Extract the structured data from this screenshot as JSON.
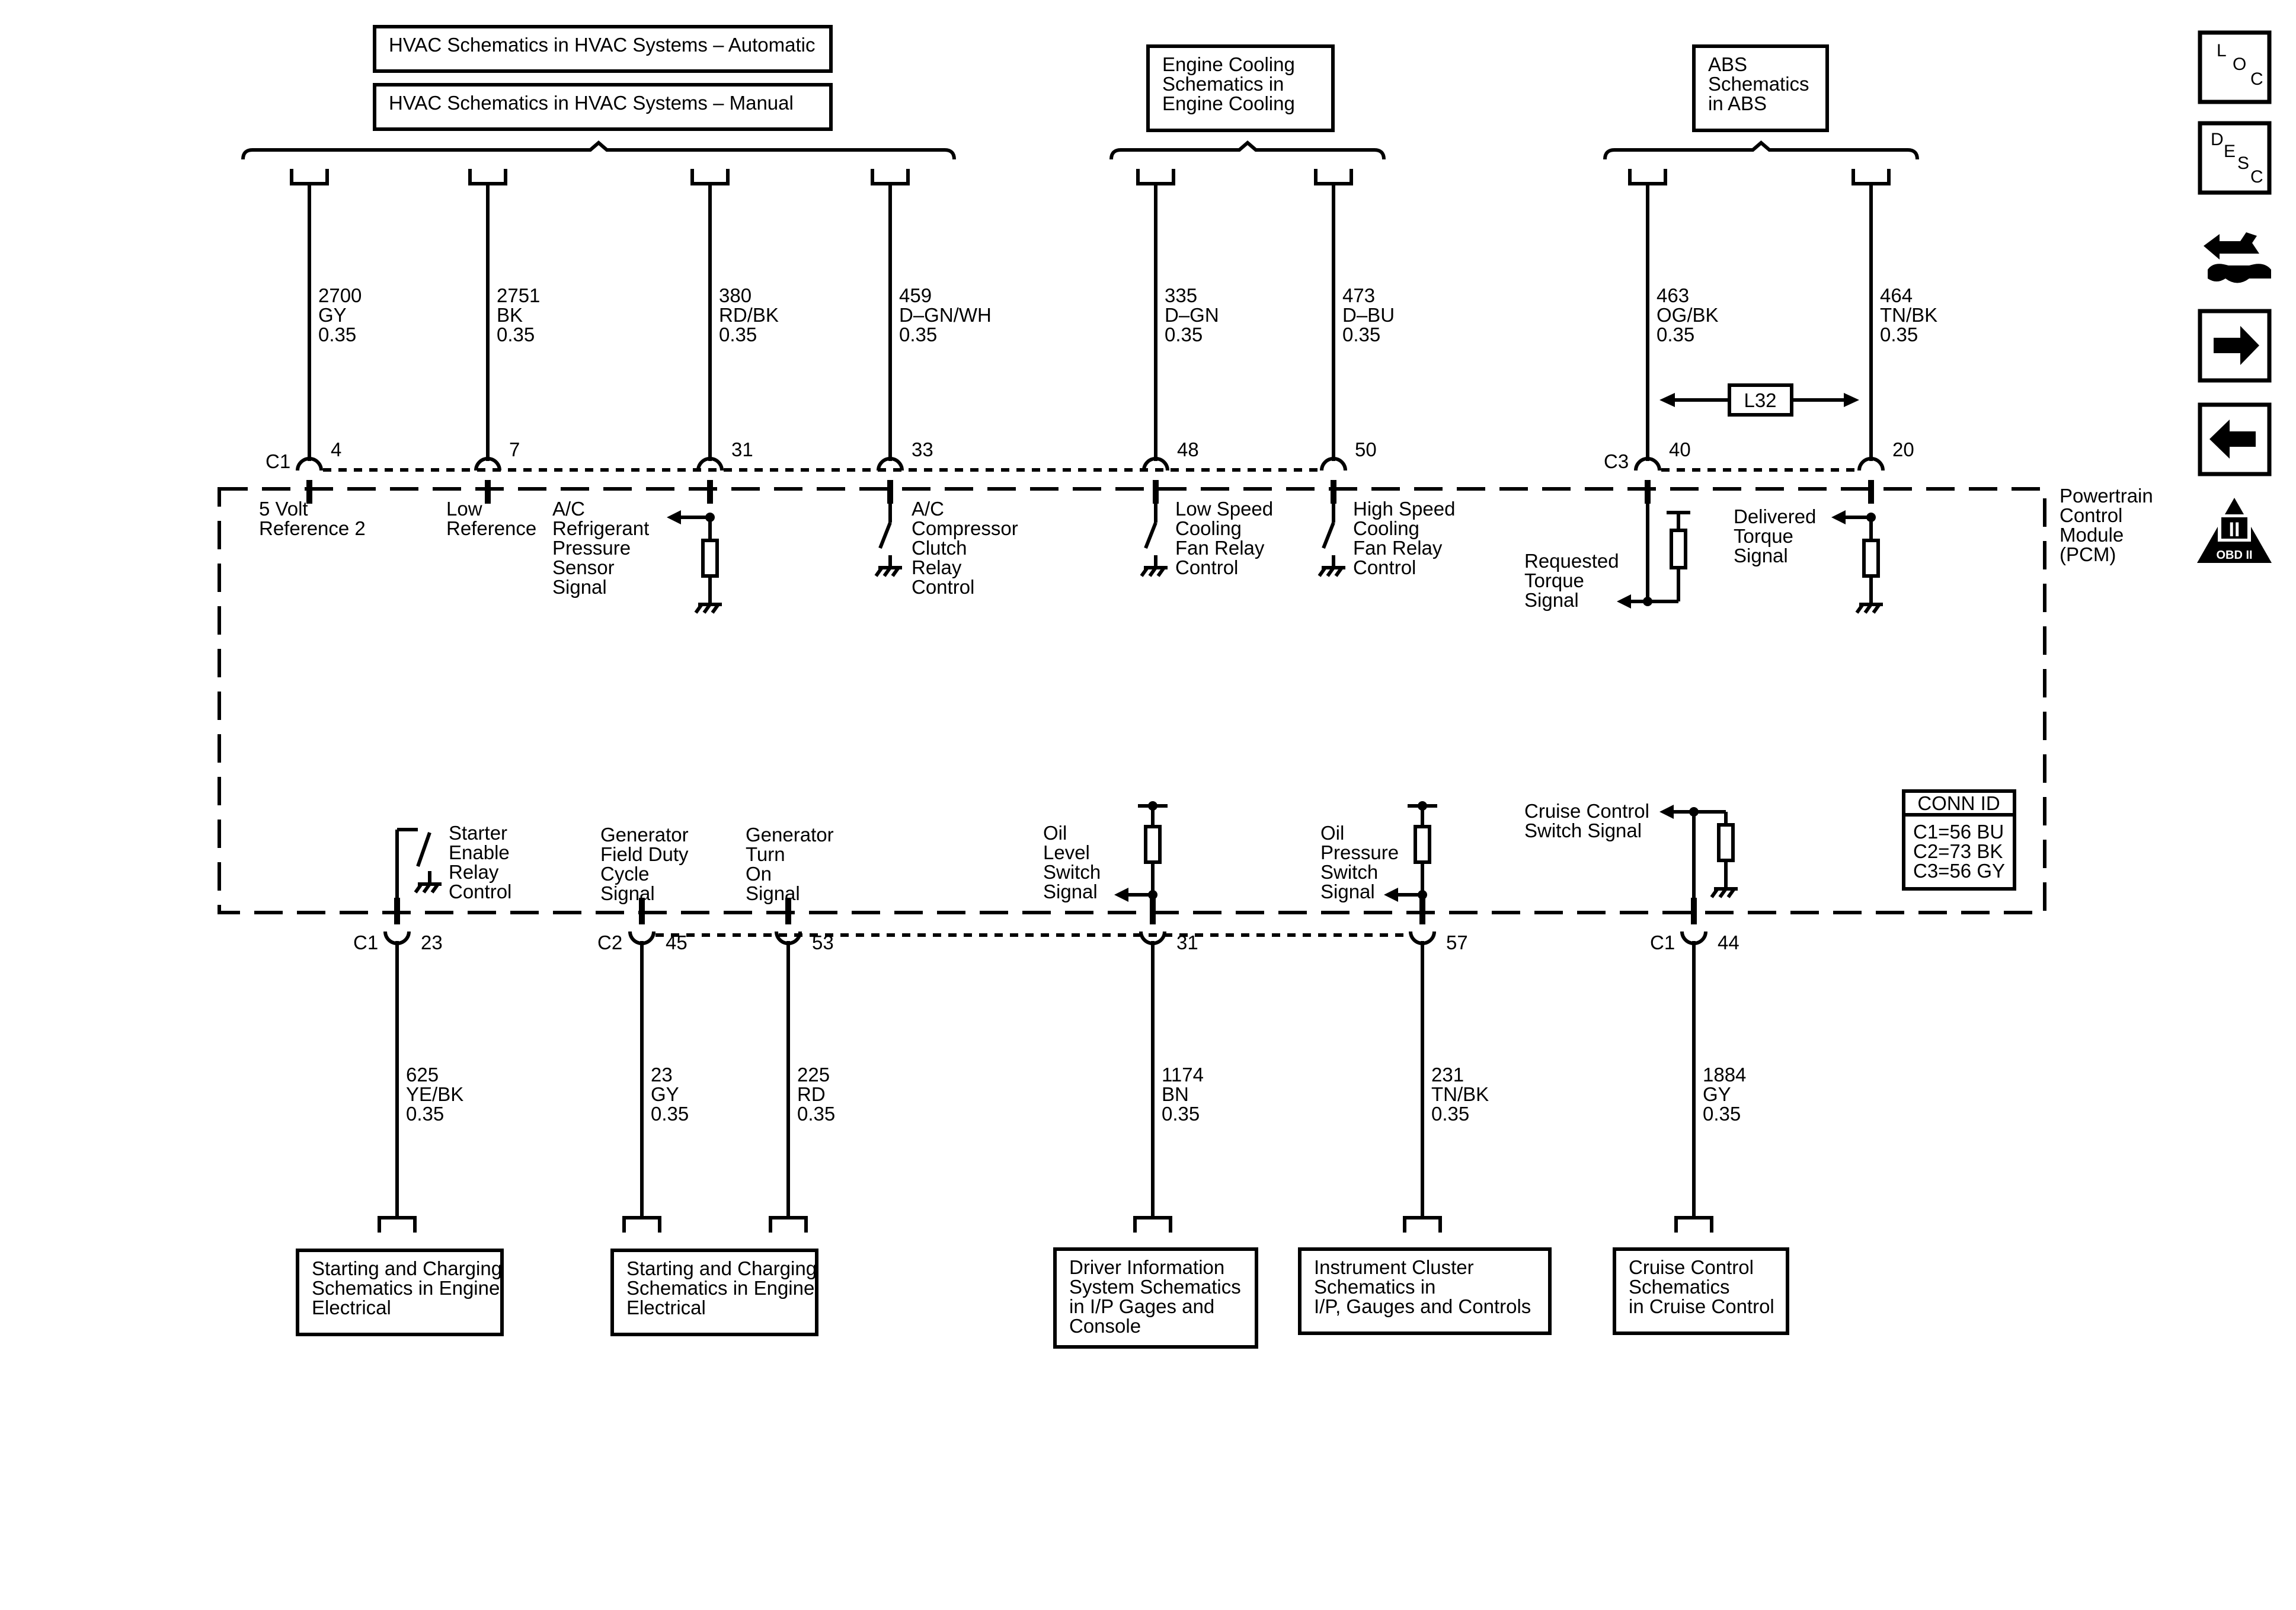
{
  "top_boxes": [
    {
      "id": "hvac_auto",
      "lines": [
        "HVAC Schematics in HVAC Systems – Automatic"
      ]
    },
    {
      "id": "hvac_manual",
      "lines": [
        "HVAC Schematics in HVAC Systems – Manual"
      ]
    },
    {
      "id": "engine_cooling",
      "lines": [
        "Engine Cooling",
        "Schematics in",
        "Engine Cooling"
      ]
    },
    {
      "id": "abs",
      "lines": [
        "ABS",
        "Schematics",
        "in ABS"
      ]
    }
  ],
  "top_wires": [
    {
      "circuit": "2700",
      "color": "GY",
      "gauge": "0.35",
      "connector": "C1",
      "pin": "4",
      "function": [
        "5 Volt",
        "Reference 2"
      ]
    },
    {
      "circuit": "2751",
      "color": "BK",
      "gauge": "0.35",
      "connector": "",
      "pin": "7",
      "function": [
        "Low",
        "Reference"
      ]
    },
    {
      "circuit": "380",
      "color": "RD/BK",
      "gauge": "0.35",
      "connector": "",
      "pin": "31",
      "function": [
        "A/C",
        "Refrigerant",
        "Pressure",
        "Sensor",
        "Signal"
      ]
    },
    {
      "circuit": "459",
      "color": "D–GN/WH",
      "gauge": "0.35",
      "connector": "",
      "pin": "33",
      "function": [
        "A/C",
        "Compressor",
        "Clutch",
        "Relay",
        "Control"
      ]
    },
    {
      "circuit": "335",
      "color": "D–GN",
      "gauge": "0.35",
      "connector": "",
      "pin": "48",
      "function": [
        "Low Speed",
        "Cooling",
        "Fan Relay",
        "Control"
      ]
    },
    {
      "circuit": "473",
      "color": "D–BU",
      "gauge": "0.35",
      "connector": "",
      "pin": "50",
      "function": [
        "High Speed",
        "Cooling",
        "Fan Relay",
        "Control"
      ]
    },
    {
      "circuit": "463",
      "color": "OG/BK",
      "gauge": "0.35",
      "connector": "C3",
      "pin": "40",
      "function": [
        "Requested",
        "Torque",
        "Signal"
      ]
    },
    {
      "circuit": "464",
      "color": "TN/BK",
      "gauge": "0.35",
      "connector": "",
      "pin": "20",
      "function": [
        "Delivered",
        "Torque",
        "Signal"
      ]
    }
  ],
  "l32_label": "L32",
  "module_name": [
    "Powertrain",
    "Control",
    "Module",
    "(PCM)"
  ],
  "conn_id": {
    "title": "CONN ID",
    "rows": [
      "C1=56 BU",
      "C2=73 BK",
      "C3=56 GY"
    ]
  },
  "bottom_wires": [
    {
      "circuit": "625",
      "color": "YE/BK",
      "gauge": "0.35",
      "connector": "C1",
      "pin": "23",
      "function": [
        "Starter",
        "Enable",
        "Relay",
        "Control"
      ]
    },
    {
      "circuit": "23",
      "color": "GY",
      "gauge": "0.35",
      "connector": "C2",
      "pin": "45",
      "function": [
        "Generator",
        "Field Duty",
        "Cycle",
        "Signal"
      ]
    },
    {
      "circuit": "225",
      "color": "RD",
      "gauge": "0.35",
      "connector": "",
      "pin": "53",
      "function": [
        "Generator",
        "Turn",
        "On",
        "Signal"
      ]
    },
    {
      "circuit": "1174",
      "color": "BN",
      "gauge": "0.35",
      "connector": "",
      "pin": "31",
      "function": [
        "Oil",
        "Level",
        "Switch",
        "Signal"
      ]
    },
    {
      "circuit": "231",
      "color": "TN/BK",
      "gauge": "0.35",
      "connector": "",
      "pin": "57",
      "function": [
        "Oil",
        "Pressure",
        "Switch",
        "Signal"
      ]
    },
    {
      "circuit": "1884",
      "color": "GY",
      "gauge": "0.35",
      "connector": "C1",
      "pin": "44",
      "function": [
        "Cruise Control",
        "Switch Signal"
      ]
    }
  ],
  "bottom_boxes": [
    {
      "id": "starting1",
      "lines": [
        "Starting and Charging",
        "Schematics in Engine",
        "Electrical"
      ]
    },
    {
      "id": "starting2",
      "lines": [
        "Starting and Charging",
        "Schematics in Engine",
        "Electrical"
      ]
    },
    {
      "id": "dic",
      "lines": [
        "Driver Information",
        "System Schematics",
        "in I/P Gages and",
        "Console"
      ]
    },
    {
      "id": "cluster",
      "lines": [
        "Instrument Cluster",
        "Schematics in",
        "I/P, Gauges and Controls"
      ]
    },
    {
      "id": "cruise",
      "lines": [
        "Cruise Control",
        "Schematics",
        "in Cruise Control"
      ]
    }
  ],
  "side_icons": [
    {
      "name": "loc-icon",
      "letters": [
        "L",
        "O",
        "C"
      ]
    },
    {
      "name": "desc-icon",
      "letters": [
        "D",
        "E",
        "S",
        "C"
      ]
    },
    {
      "name": "connector-repair-icon"
    },
    {
      "name": "arrow-right-icon"
    },
    {
      "name": "arrow-left-icon"
    },
    {
      "name": "obd-ii-icon",
      "roman": "II",
      "caption": "OBD II"
    }
  ]
}
